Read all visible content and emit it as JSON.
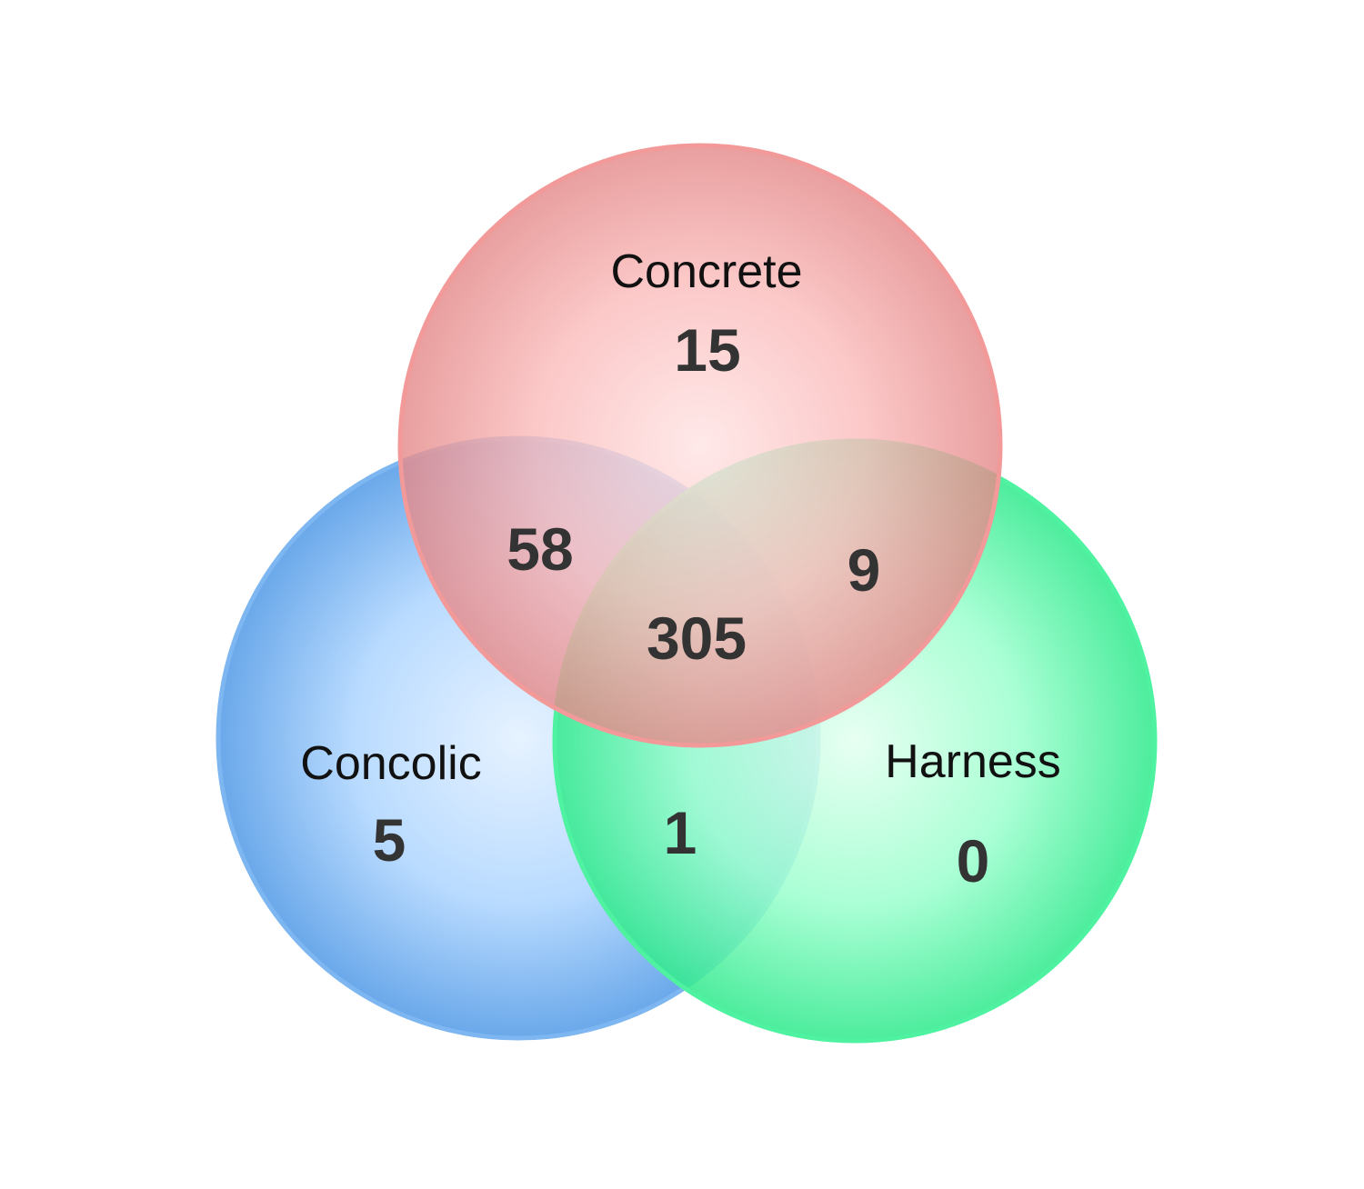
{
  "diagram": {
    "type": "venn3",
    "sets": [
      {
        "id": "concrete",
        "label": "Concrete",
        "color": "#f08a8a"
      },
      {
        "id": "concolic",
        "label": "Concolic",
        "color": "#6fb0f2"
      },
      {
        "id": "harness",
        "label": "Harness",
        "color": "#3ff29a"
      }
    ],
    "regions": {
      "concrete_only": "15",
      "concolic_only": "5",
      "harness_only": "0",
      "concrete_concolic": "58",
      "concrete_harness": "9",
      "concolic_harness": "1",
      "all_three": "305"
    }
  }
}
